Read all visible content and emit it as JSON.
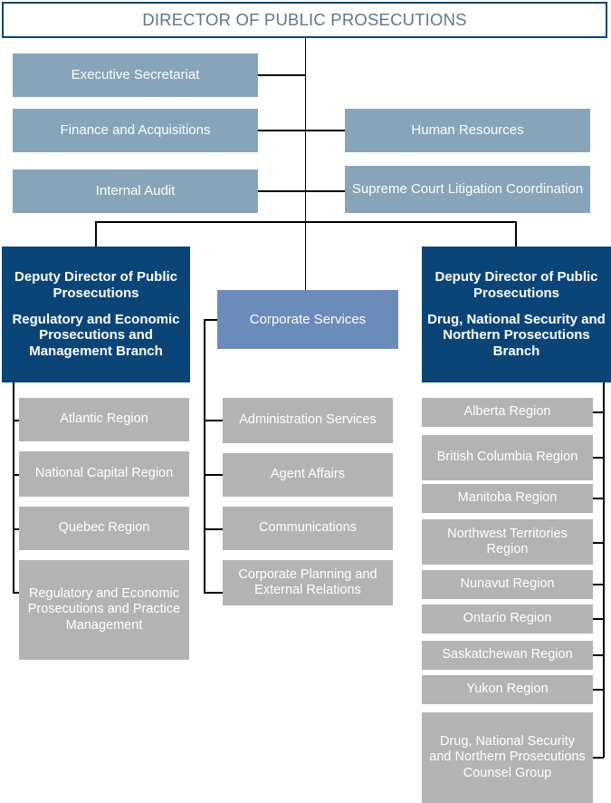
{
  "chart_meta": {
    "type": "org-chart",
    "title": "DIRECTOR OF PUBLIC PROSECUTIONS",
    "colors": {
      "root_border": "#00476b",
      "root_text": "#64748c",
      "steel": "#86a4ba",
      "navy": "#0b4578",
      "midblue": "#6b8cba",
      "grey": "#b3b3b3",
      "line": "#000000",
      "box_text": "#ffffff"
    }
  },
  "root": {
    "label": "DIRECTOR OF PUBLIC PROSECUTIONS"
  },
  "staff_left": [
    {
      "label": "Executive Secretariat"
    },
    {
      "label": "Finance and Acquisitions"
    },
    {
      "label": "Internal Audit"
    }
  ],
  "staff_right": [
    {
      "label": "Human Resources"
    },
    {
      "label": "Supreme Court Litigation Coordination"
    }
  ],
  "branches": {
    "left": {
      "title_role": "Deputy Director of Public Prosecutions",
      "title_branch": "Regulatory and Economic Prosecutions and Management Branch",
      "children": [
        {
          "label": "Atlantic Region"
        },
        {
          "label": "National Capital Region"
        },
        {
          "label": "Quebec Region"
        },
        {
          "label": "Regulatory and Economic Prosecutions and Practice Management"
        }
      ]
    },
    "centre": {
      "title": "Corporate Services",
      "children": [
        {
          "label": "Administration Services"
        },
        {
          "label": "Agent Affairs"
        },
        {
          "label": "Communications"
        },
        {
          "label": "Corporate Planning and External Relations"
        }
      ]
    },
    "right": {
      "title_role": "Deputy Director of Public Prosecutions",
      "title_branch": "Drug, National Security and Northern Prosecutions Branch",
      "children": [
        {
          "label": "Alberta Region"
        },
        {
          "label": "British Columbia Region"
        },
        {
          "label": "Manitoba Region"
        },
        {
          "label": "Northwest Territories Region"
        },
        {
          "label": "Nunavut Region"
        },
        {
          "label": "Ontario Region"
        },
        {
          "label": "Saskatchewan Region"
        },
        {
          "label": "Yukon Region"
        },
        {
          "label": "Drug, National Security and Northern Prosecutions Counsel Group"
        }
      ]
    }
  }
}
